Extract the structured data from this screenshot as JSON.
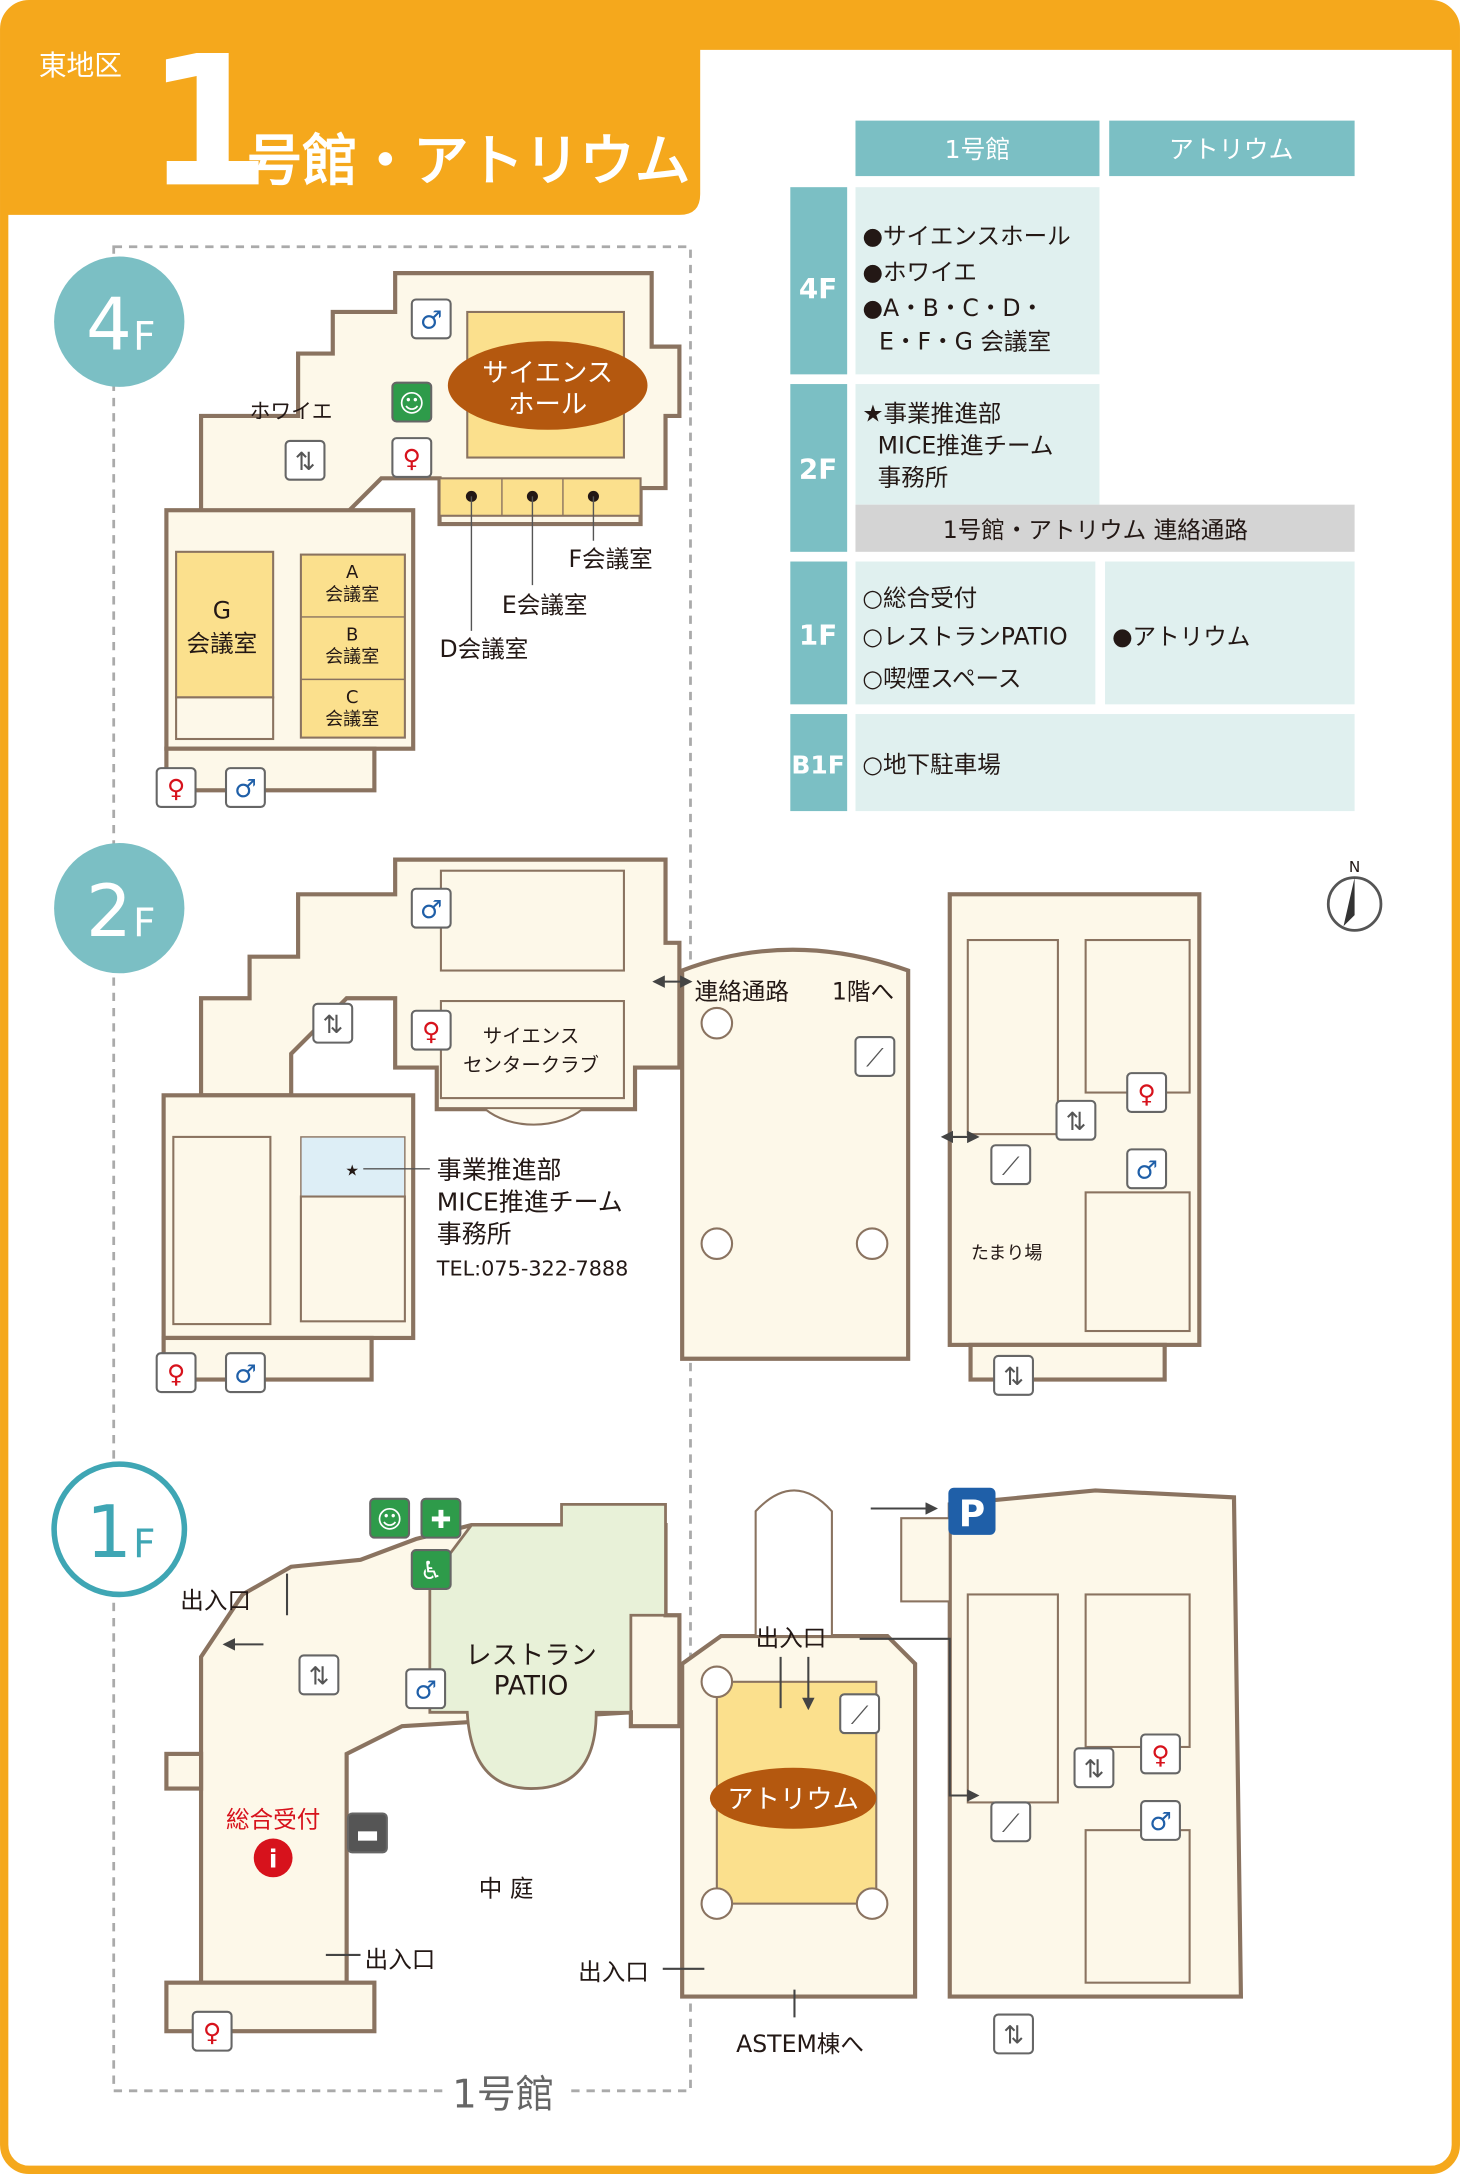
{
  "header": {
    "district": "東地区",
    "number": "1",
    "title": "号館・アトリウム"
  },
  "table": {
    "col_headers": [
      "1号館",
      "アトリウム"
    ],
    "rows": {
      "f4": {
        "label": "4F",
        "building1": [
          "●サイエンスホール",
          "●ホワイエ",
          "●A・B・C・D・",
          "E・F・G 会議室"
        ]
      },
      "f2": {
        "label": "2F",
        "building1": [
          "★事業推進部",
          "MICE推進チーム",
          "事務所"
        ],
        "corridor": "1号館・アトリウム 連絡通路"
      },
      "f1": {
        "label": "1F",
        "building1": [
          "○総合受付",
          "○レストランPATIO",
          "○喫煙スペース"
        ],
        "atrium": "●アトリウム"
      },
      "b1": {
        "label": "B1F",
        "building1": "○地下駐車場"
      }
    }
  },
  "floors": {
    "f4": {
      "badge": "4",
      "suffix": "F",
      "hall": [
        "サイエンス",
        "ホール"
      ],
      "foyer": "ホワイエ",
      "room_f": "F会議室",
      "room_e": "E会議室",
      "room_d": "D会議室",
      "room_g": [
        "G",
        "会議室"
      ],
      "room_a": [
        "A",
        "会議室"
      ],
      "room_b": [
        "B",
        "会議室"
      ],
      "room_c": [
        "C",
        "会議室"
      ]
    },
    "f2": {
      "badge": "2",
      "suffix": "F",
      "corridor": "連絡通路",
      "to_1f": "1階へ",
      "club": [
        "サイエンス",
        "センタークラブ"
      ],
      "office": [
        "事業推進部",
        "MICE推進チーム",
        "事務所"
      ],
      "tel": "TEL:075-322-7888",
      "lounge": "たまり場",
      "star": "★"
    },
    "f1": {
      "badge": "1",
      "suffix": "F",
      "entrance": "出入口",
      "restaurant": [
        "レストラン",
        "PATIO"
      ],
      "reception": "総合受付",
      "courtyard": "中 庭",
      "atrium": "アトリウム",
      "to_astem": "ASTEM棟へ",
      "parking": "P"
    }
  },
  "building_label": "1号館",
  "compass": "N",
  "colors": {
    "orange": "#f5a81c",
    "teal": "#7bbfc4",
    "light_teal": "#e0f0ef",
    "gray": "#d4d4d4",
    "brown": "#b4580f",
    "male": "#1f5fa8",
    "female": "#d7121c",
    "green": "#2e9b4a"
  }
}
